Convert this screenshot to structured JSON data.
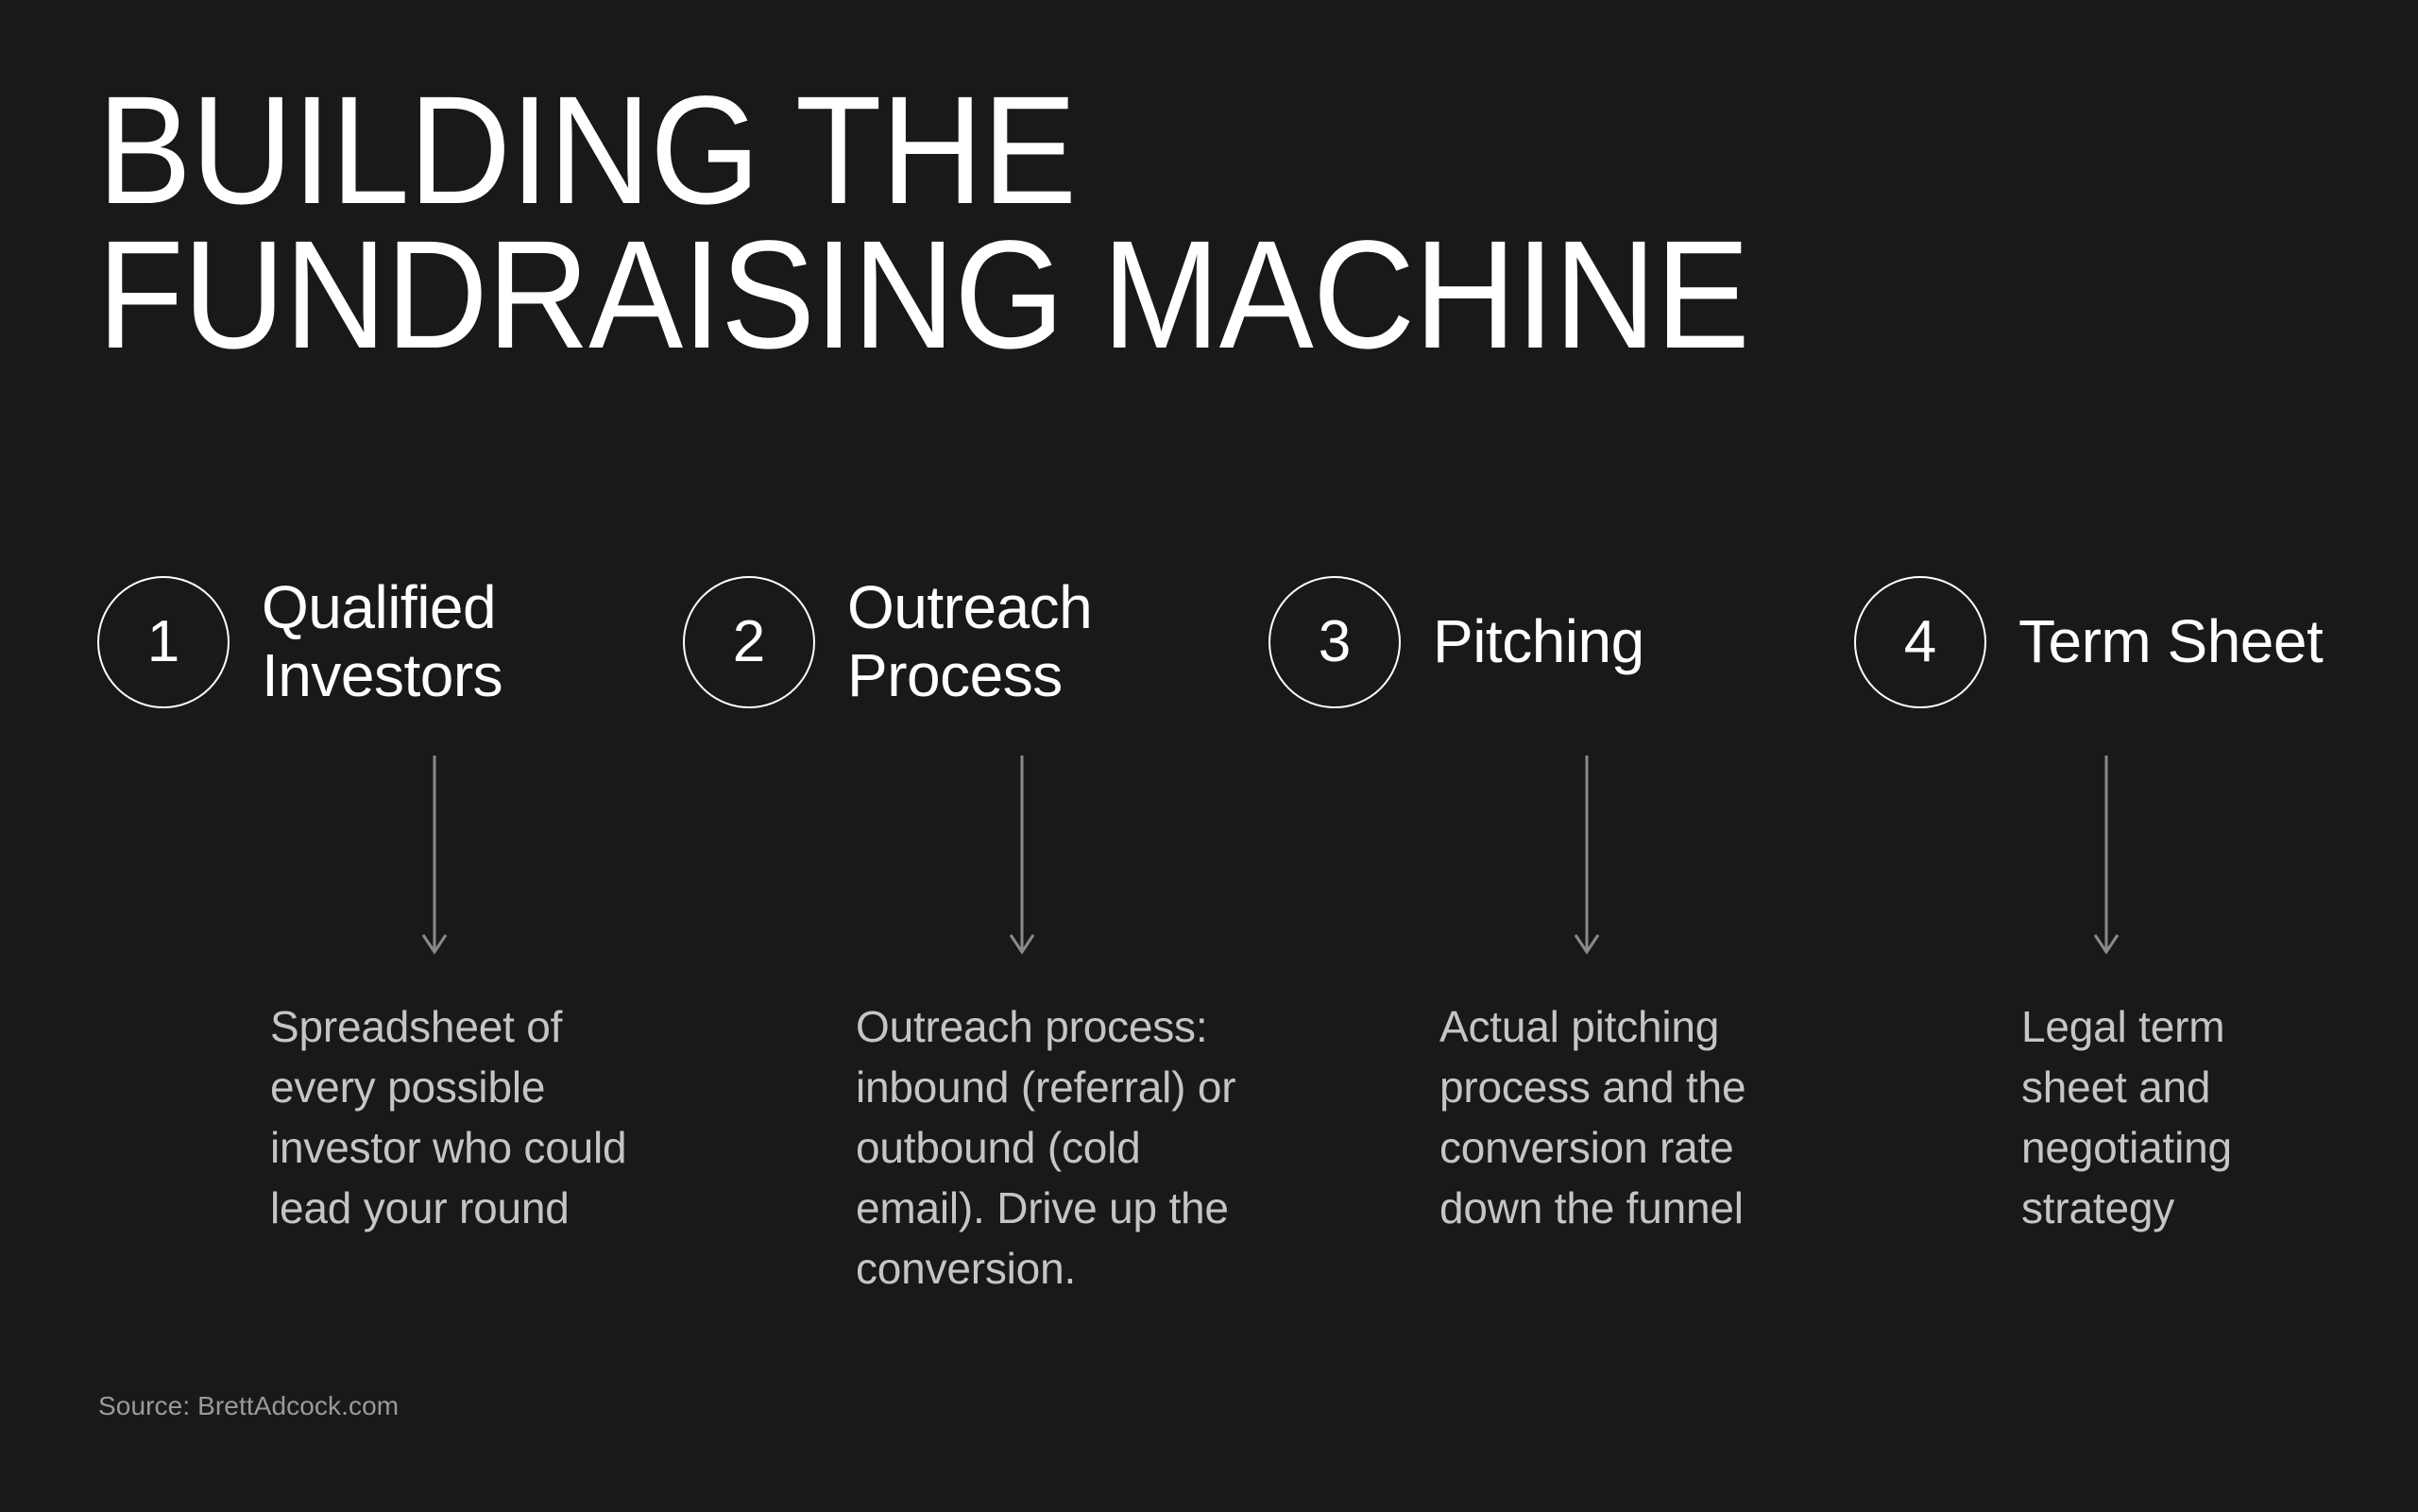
{
  "background_color": "#191919",
  "title": {
    "line1": "BUILDING THE",
    "line2": "FUNDRAISING MACHINE",
    "color": "#ffffff"
  },
  "steps": [
    {
      "number": "1",
      "label": "Qualified Investors",
      "description": "Spreadsheet of every possible investor who could lead your round"
    },
    {
      "number": "2",
      "label": "Outreach Process",
      "description": "Outreach process: inbound (referral) or outbound (cold email). Drive up the conversion."
    },
    {
      "number": "3",
      "label": "Pitching",
      "description": "Actual pitching process and the conversion rate down the funnel"
    },
    {
      "number": "4",
      "label": "Term Sheet",
      "description": "Legal term sheet and negotiating strategy"
    }
  ],
  "arrows": {
    "icon": "arrow-down-icon",
    "color": "#8a8a8a",
    "count": 4
  },
  "footer": {
    "source": "Source: BrettAdcock.com",
    "color": "#9a9a9a"
  }
}
